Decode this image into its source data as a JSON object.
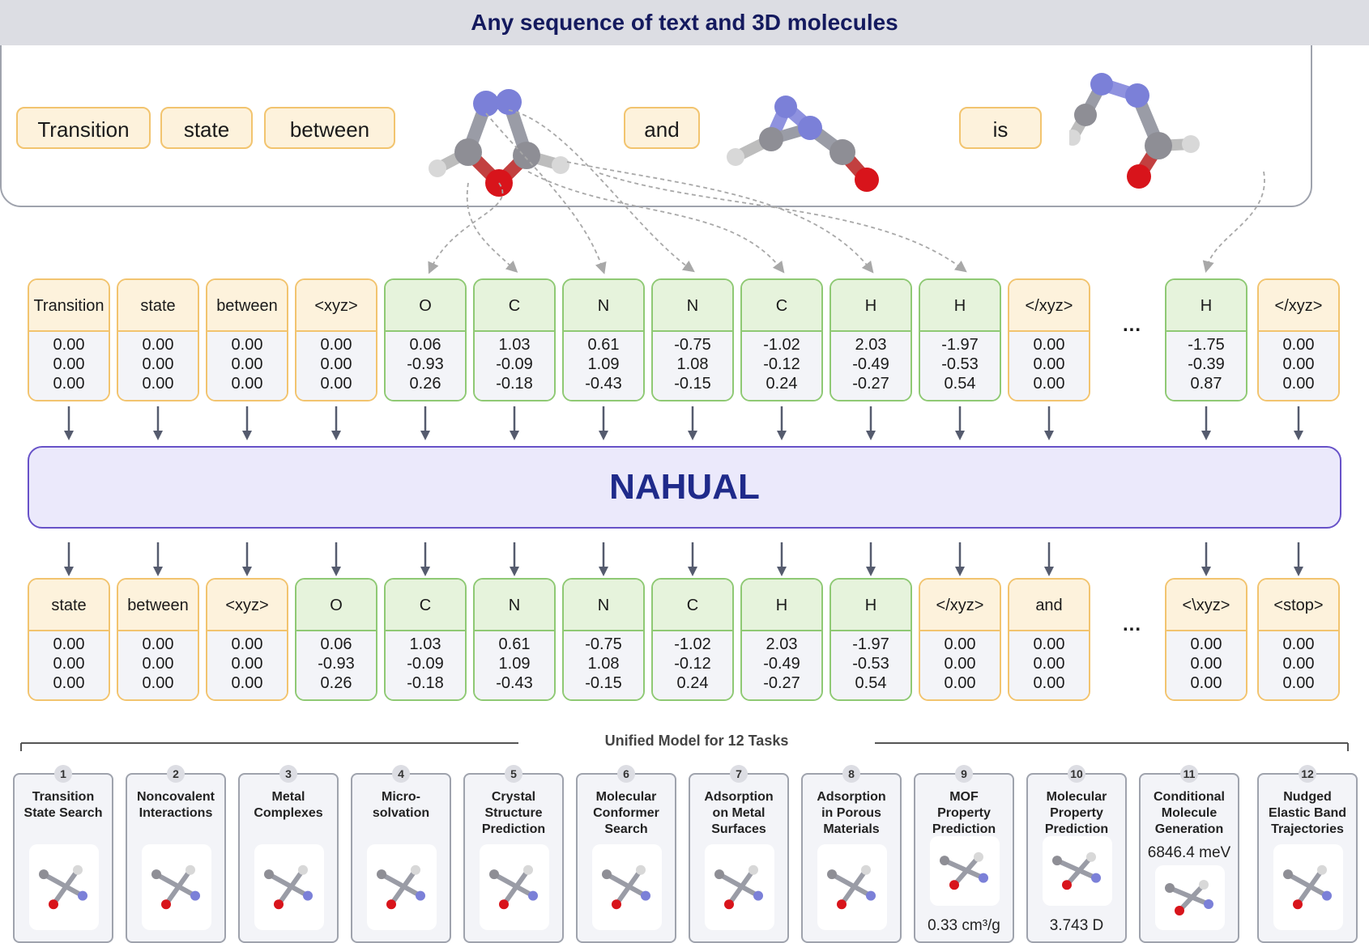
{
  "header": {
    "title": "Any sequence of text and 3D molecules"
  },
  "sentence": {
    "words": [
      "Transition",
      "state",
      "between",
      "and",
      "is"
    ]
  },
  "input_tokens": [
    {
      "label": "Transition",
      "kind": "text",
      "coords": [
        "0.00",
        "0.00",
        "0.00"
      ]
    },
    {
      "label": "state",
      "kind": "text",
      "coords": [
        "0.00",
        "0.00",
        "0.00"
      ]
    },
    {
      "label": "between",
      "kind": "text",
      "coords": [
        "0.00",
        "0.00",
        "0.00"
      ]
    },
    {
      "label": "<xyz>",
      "kind": "text",
      "coords": [
        "0.00",
        "0.00",
        "0.00"
      ]
    },
    {
      "label": "O",
      "kind": "atom",
      "coords": [
        "0.06",
        "-0.93",
        "0.26"
      ]
    },
    {
      "label": "C",
      "kind": "atom",
      "coords": [
        "1.03",
        "-0.09",
        "-0.18"
      ]
    },
    {
      "label": "N",
      "kind": "atom",
      "coords": [
        "0.61",
        "1.09",
        "-0.43"
      ]
    },
    {
      "label": "N",
      "kind": "atom",
      "coords": [
        "-0.75",
        "1.08",
        "-0.15"
      ]
    },
    {
      "label": "C",
      "kind": "atom",
      "coords": [
        "-1.02",
        "-0.12",
        "0.24"
      ]
    },
    {
      "label": "H",
      "kind": "atom",
      "coords": [
        "2.03",
        "-0.49",
        "-0.27"
      ]
    },
    {
      "label": "H",
      "kind": "atom",
      "coords": [
        "-1.97",
        "-0.53",
        "0.54"
      ]
    },
    {
      "label": "</xyz>",
      "kind": "text",
      "coords": [
        "0.00",
        "0.00",
        "0.00"
      ]
    },
    {
      "label": "H",
      "kind": "atom",
      "coords": [
        "-1.75",
        "-0.39",
        "0.87"
      ]
    },
    {
      "label": "</xyz>",
      "kind": "text",
      "coords": [
        "0.00",
        "0.00",
        "0.00"
      ]
    }
  ],
  "output_tokens": [
    {
      "label": "state",
      "kind": "text",
      "coords": [
        "0.00",
        "0.00",
        "0.00"
      ]
    },
    {
      "label": "between",
      "kind": "text",
      "coords": [
        "0.00",
        "0.00",
        "0.00"
      ]
    },
    {
      "label": "<xyz>",
      "kind": "text",
      "coords": [
        "0.00",
        "0.00",
        "0.00"
      ]
    },
    {
      "label": "O",
      "kind": "atom",
      "coords": [
        "0.06",
        "-0.93",
        "0.26"
      ]
    },
    {
      "label": "C",
      "kind": "atom",
      "coords": [
        "1.03",
        "-0.09",
        "-0.18"
      ]
    },
    {
      "label": "N",
      "kind": "atom",
      "coords": [
        "0.61",
        "1.09",
        "-0.43"
      ]
    },
    {
      "label": "N",
      "kind": "atom",
      "coords": [
        "-0.75",
        "1.08",
        "-0.15"
      ]
    },
    {
      "label": "C",
      "kind": "atom",
      "coords": [
        "-1.02",
        "-0.12",
        "0.24"
      ]
    },
    {
      "label": "H",
      "kind": "atom",
      "coords": [
        "2.03",
        "-0.49",
        "-0.27"
      ]
    },
    {
      "label": "H",
      "kind": "atom",
      "coords": [
        "-1.97",
        "-0.53",
        "0.54"
      ]
    },
    {
      "label": "</xyz>",
      "kind": "text",
      "coords": [
        "0.00",
        "0.00",
        "0.00"
      ]
    },
    {
      "label": "and",
      "kind": "text",
      "coords": [
        "0.00",
        "0.00",
        "0.00"
      ]
    },
    {
      "label": "<\\xyz>",
      "kind": "text",
      "coords": [
        "0.00",
        "0.00",
        "0.00"
      ]
    },
    {
      "label": "<stop>",
      "kind": "text",
      "coords": [
        "0.00",
        "0.00",
        "0.00"
      ]
    }
  ],
  "ellipsis": "...",
  "model": {
    "name": "NAHUAL"
  },
  "tasks_section": {
    "title": "Unified Model for 12 Tasks"
  },
  "tasks": [
    {
      "num": "1",
      "title": [
        "Transition",
        "State Search"
      ]
    },
    {
      "num": "2",
      "title": [
        "Noncovalent",
        "Interactions"
      ]
    },
    {
      "num": "3",
      "title": [
        "Metal",
        "Complexes"
      ]
    },
    {
      "num": "4",
      "title": [
        "Micro-",
        "solvation"
      ]
    },
    {
      "num": "5",
      "title": [
        "Crystal",
        "Structure",
        "Prediction"
      ]
    },
    {
      "num": "6",
      "title": [
        "Molecular",
        "Conformer",
        "Search"
      ]
    },
    {
      "num": "7",
      "title": [
        "Adsorption",
        "on Metal",
        "Surfaces"
      ]
    },
    {
      "num": "8",
      "title": [
        "Adsorption",
        "in Porous",
        "Materials"
      ]
    },
    {
      "num": "9",
      "title": [
        "MOF",
        "Property",
        "Prediction"
      ],
      "value": "0.33 cm³/g"
    },
    {
      "num": "10",
      "title": [
        "Molecular",
        "Property",
        "Prediction"
      ],
      "value": "3.743 D"
    },
    {
      "num": "11",
      "title": [
        "Conditional",
        "Molecule",
        "Generation"
      ],
      "value_top": "6846.4 meV"
    },
    {
      "num": "12",
      "title": [
        "Nudged",
        "Elastic Band",
        "Trajectories"
      ]
    }
  ],
  "colors": {
    "text_token": "#fdf2dc",
    "atom_token": "#e6f3dc",
    "model_fill": "#ebe9fb",
    "model_border": "#6752c8",
    "title": "#141a5e"
  }
}
